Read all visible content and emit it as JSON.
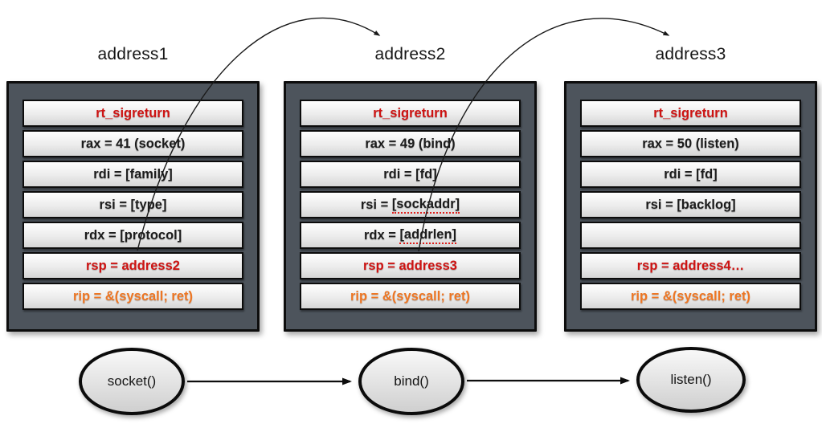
{
  "colors": {
    "sigreturn_red": "#ce1312",
    "rip_orange": "#ee7623",
    "frame_fill": "#4d545c",
    "row_fill_top": "#fefefe",
    "row_fill_bottom": "#d5d5d5",
    "squiggle_red": "#e01f1c",
    "line_black": "#1a1a1a"
  },
  "boxes": [
    {
      "title": "address1",
      "rows": [
        {
          "text": "rt_sigreturn",
          "color": "red"
        },
        {
          "text": "rax = 41 (socket)",
          "color": "black"
        },
        {
          "text": "rdi = [family]",
          "color": "black"
        },
        {
          "text": "rsi = [type]",
          "color": "black"
        },
        {
          "text": "rdx = [protocol]",
          "color": "black"
        },
        {
          "text": "rsp = address2",
          "color": "red"
        },
        {
          "text": "rip = &(syscall; ret)",
          "color": "orange"
        }
      ]
    },
    {
      "title": "address2",
      "rows": [
        {
          "text": "rt_sigreturn",
          "color": "red"
        },
        {
          "text": "rax = 49 (bind)",
          "color": "black"
        },
        {
          "text": "rdi = [fd]",
          "color": "black"
        },
        {
          "prefix": "rsi = ",
          "term": "[sockaddr]",
          "color": "black",
          "underline": true
        },
        {
          "prefix": "rdx = ",
          "term": "[addrlen]",
          "color": "black",
          "underline": true
        },
        {
          "text": "rsp = address3",
          "color": "red"
        },
        {
          "text": "rip = &(syscall; ret)",
          "color": "orange"
        }
      ]
    },
    {
      "title": "address3",
      "rows": [
        {
          "text": "rt_sigreturn",
          "color": "red"
        },
        {
          "text": "rax = 50 (listen)",
          "color": "black"
        },
        {
          "text": "rdi = [fd]",
          "color": "black"
        },
        {
          "text": "rsi = [backlog]",
          "color": "black"
        },
        {
          "text": "",
          "color": "black"
        },
        {
          "text": "rsp = address4…",
          "color": "red"
        },
        {
          "text": "rip = &(syscall; ret)",
          "color": "orange"
        }
      ]
    }
  ],
  "flow_nodes": [
    {
      "label": "socket()"
    },
    {
      "label": "bind()"
    },
    {
      "label": "listen()"
    }
  ],
  "arrows": [
    {
      "name": "rsp-to-address2",
      "from": "address1 rsp row",
      "to": "address2 frame label"
    },
    {
      "name": "rsp-to-address3",
      "from": "address2 rsp row",
      "to": "address3 frame label"
    },
    {
      "name": "socket-to-bind",
      "from": "socket()",
      "to": "bind()"
    },
    {
      "name": "bind-to-listen",
      "from": "bind()",
      "to": "listen()"
    }
  ]
}
